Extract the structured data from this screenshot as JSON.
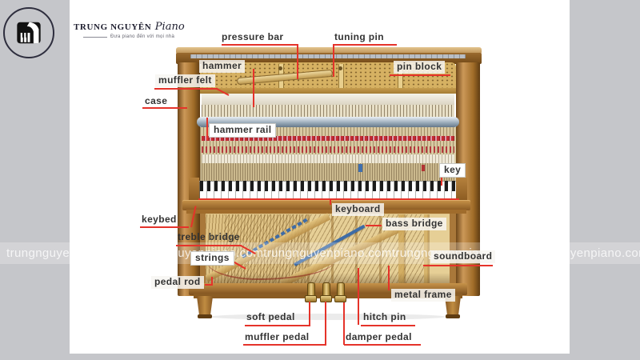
{
  "logo": {
    "brand": "TRUNG NGUYÊN",
    "brand_script": "Piano",
    "tagline": "Đưa piano đến với mọi nhà"
  },
  "watermark": {
    "text": "trungnguyenpiano.com"
  },
  "diagram": {
    "title_implicit": "upright piano parts",
    "labels": [
      {
        "id": "pressure-bar",
        "text": "pressure bar"
      },
      {
        "id": "tuning-pin",
        "text": "tuning pin"
      },
      {
        "id": "hammer",
        "text": "hammer"
      },
      {
        "id": "pin-block",
        "text": "pin block"
      },
      {
        "id": "muffler-felt",
        "text": "muffler felt"
      },
      {
        "id": "case",
        "text": "case"
      },
      {
        "id": "hammer-rail",
        "text": "hammer rail"
      },
      {
        "id": "key",
        "text": "key"
      },
      {
        "id": "keyboard",
        "text": "keyboard"
      },
      {
        "id": "keybed",
        "text": "keybed"
      },
      {
        "id": "treble-bridge",
        "text": "treble bridge"
      },
      {
        "id": "strings",
        "text": "strings"
      },
      {
        "id": "bass-bridge",
        "text": "bass bridge"
      },
      {
        "id": "soundboard",
        "text": "soundboard"
      },
      {
        "id": "pedal-rod",
        "text": "pedal rod"
      },
      {
        "id": "metal-frame",
        "text": "metal frame"
      },
      {
        "id": "soft-pedal",
        "text": "soft pedal"
      },
      {
        "id": "muffler-pedal",
        "text": "muffler pedal"
      },
      {
        "id": "damper-pedal",
        "text": "damper pedal"
      },
      {
        "id": "hitch-pin",
        "text": "hitch pin"
      }
    ],
    "colors": {
      "leader_red": "#e5332a",
      "label_text": "#333333",
      "background_gray": "#c5c6ca",
      "panel_white": "#ffffff",
      "wood_brown": "#a06c28",
      "plate_gold": "#d6b162",
      "bridge_blue": "#3e6ca6"
    }
  }
}
